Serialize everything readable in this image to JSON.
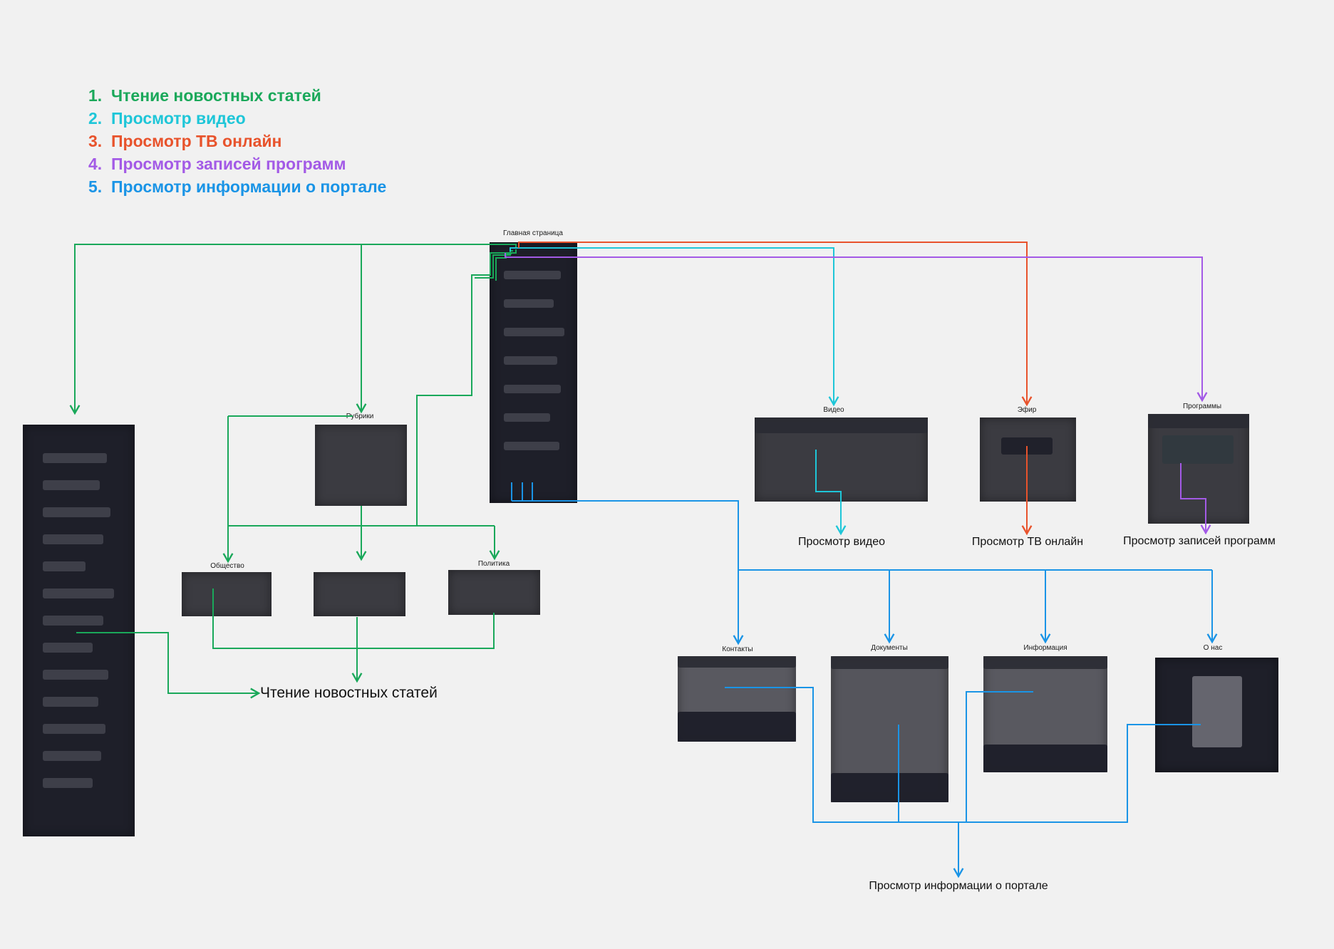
{
  "legend": [
    {
      "num": "1.",
      "label": "Чтение новостных статей",
      "color": "#1aa85a"
    },
    {
      "num": "2.",
      "label": "Просмотр видео",
      "color": "#1ec6d8"
    },
    {
      "num": "3.",
      "label": "Просмотр ТВ онлайн",
      "color": "#e8532c"
    },
    {
      "num": "4.",
      "label": "Просмотр записей программ",
      "color": "#a35ae6"
    },
    {
      "num": "5.",
      "label": "Просмотр информации о портале",
      "color": "#1a94e6"
    }
  ],
  "screens": {
    "home": "Главная страница",
    "rubrics": "Рубрики",
    "society": "Общество",
    "politics": "Политика",
    "video": "Видео",
    "live": "Эфир",
    "programs": "Программы",
    "contacts": "Контакты",
    "documents": "Документы",
    "information": "Информация",
    "about": "О нас"
  },
  "outcomes": {
    "news": "Чтение новостных статей",
    "video": "Просмотр видео",
    "tv": "Просмотр ТВ онлайн",
    "programs": "Просмотр записей программ",
    "portal": "Просмотр информации о портале"
  }
}
